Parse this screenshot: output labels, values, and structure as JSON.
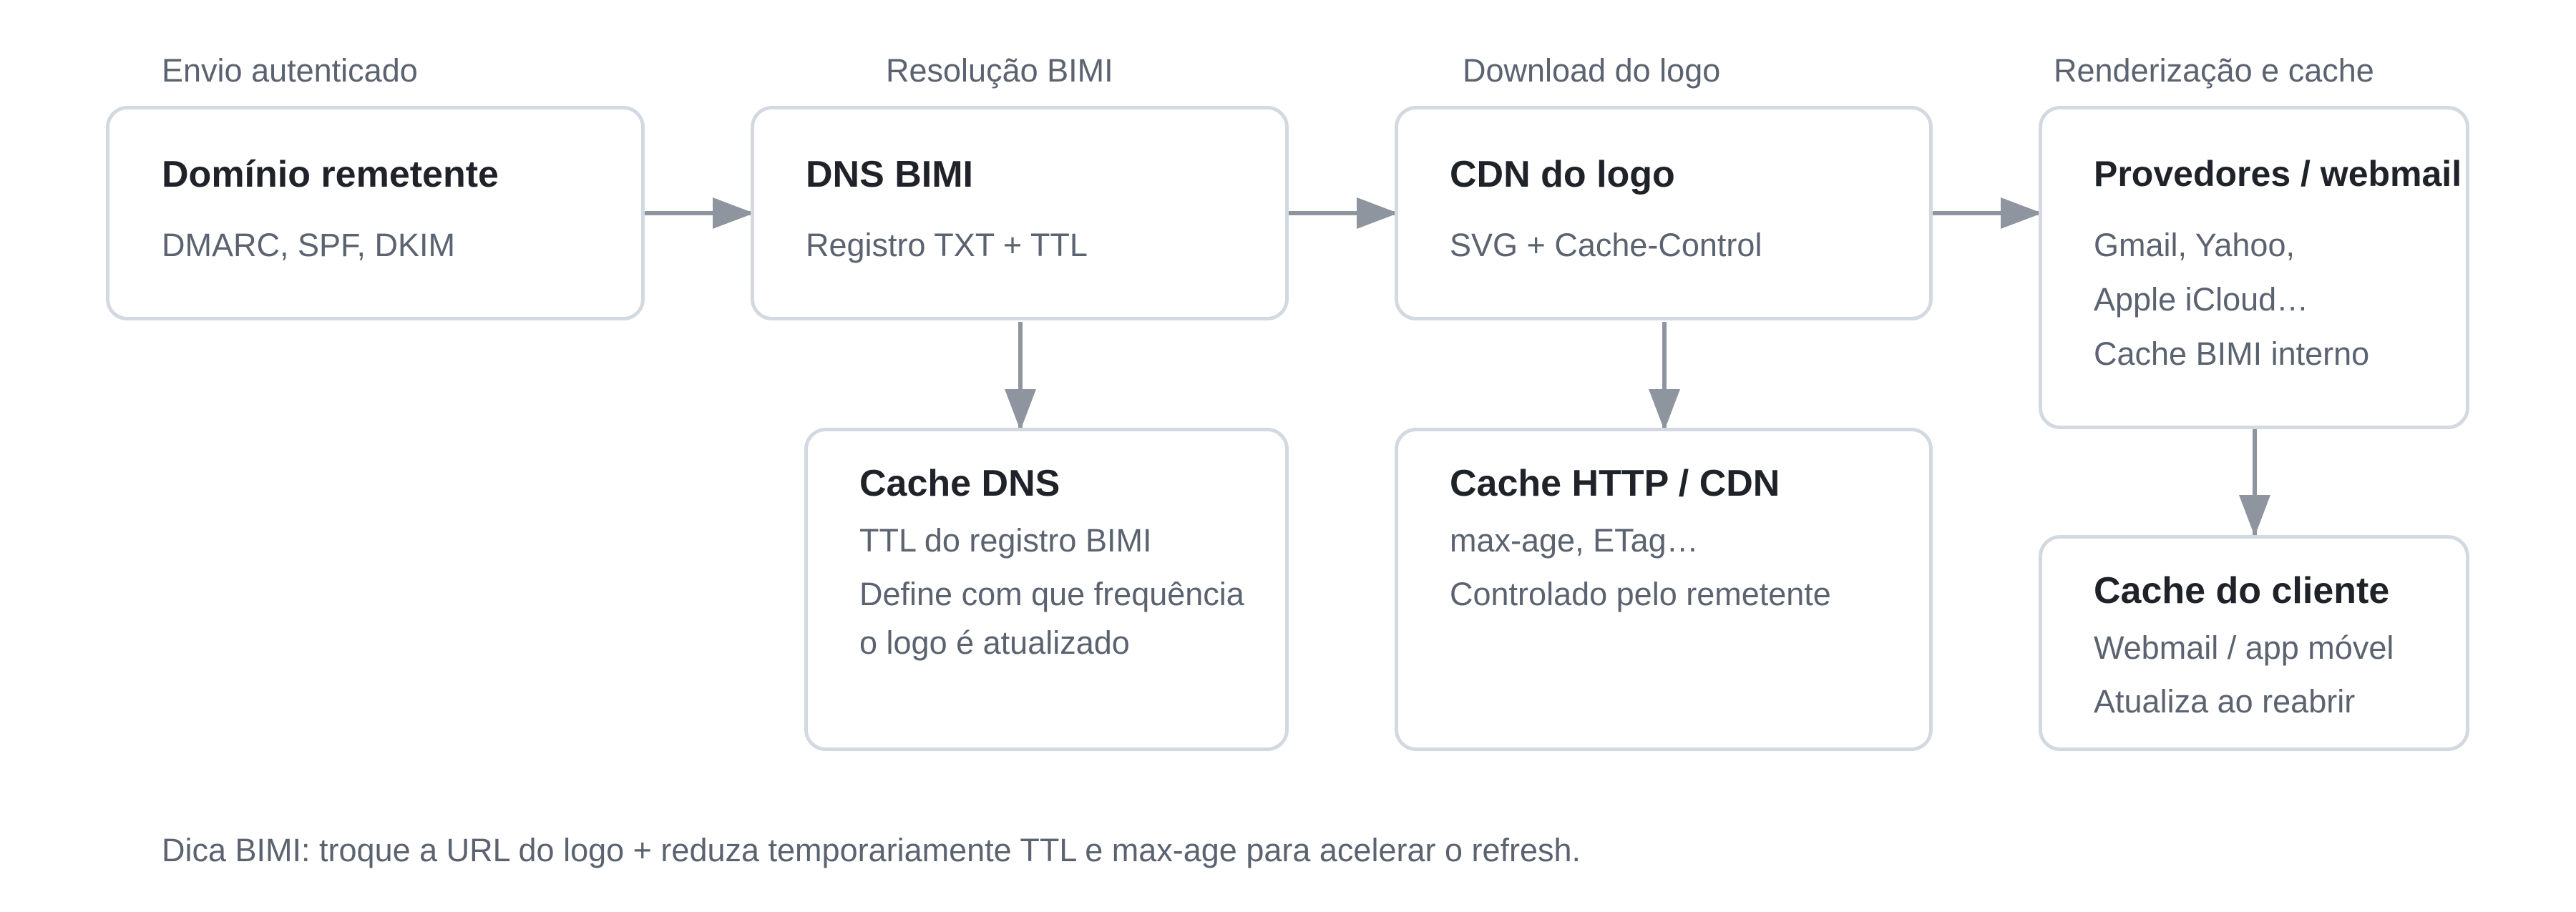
{
  "columns": [
    "Envio autenticado",
    "Resolução BIMI",
    "Download do logo",
    "Renderização e cache"
  ],
  "boxes": {
    "sender": {
      "title": "Domínio remetente",
      "lines": [
        "DMARC, SPF, DKIM"
      ]
    },
    "dns": {
      "title": "DNS BIMI",
      "lines": [
        "Registro TXT + TTL"
      ]
    },
    "cdn": {
      "title": "CDN do logo",
      "lines": [
        "SVG + Cache-Control"
      ]
    },
    "providers": {
      "title": "Provedores / webmail",
      "lines": [
        "Gmail, Yahoo,",
        "Apple iCloud…",
        "Cache BIMI interno"
      ]
    },
    "dns_cache": {
      "title": "Cache DNS",
      "lines": [
        "TTL do registro BIMI",
        "Define com que frequência",
        "o logo é atualizado"
      ]
    },
    "http_cache": {
      "title": "Cache HTTP / CDN",
      "lines": [
        "max-age, ETag…",
        "Controlado pelo remetente"
      ]
    },
    "client_cache": {
      "title": "Cache do cliente",
      "lines": [
        "Webmail / app móvel",
        "Atualiza ao reabrir"
      ]
    }
  },
  "tip": "Dica BIMI: troque a URL do logo + reduza temporariamente TTL e max-age para acelerar o refresh.",
  "colors": {
    "border": "#d3d9e1",
    "arrow": "#8e959e",
    "title": "#1f2329",
    "text": "#5b6370"
  }
}
